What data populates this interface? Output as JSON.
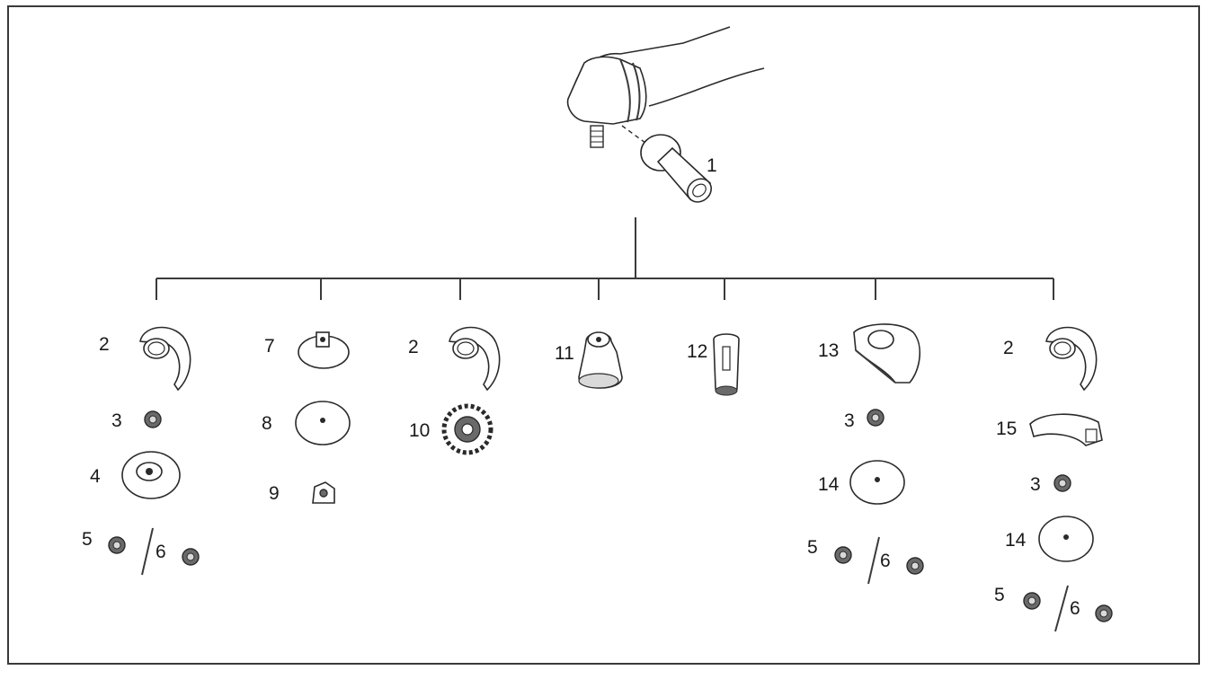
{
  "diagram": {
    "parts": [
      {
        "id": "p1",
        "label": "1",
        "icon": "side-handle-icon"
      },
      {
        "id": "p2a",
        "label": "2",
        "icon": "wheel-guard-icon"
      },
      {
        "id": "p3a",
        "label": "3",
        "icon": "inner-flange-icon"
      },
      {
        "id": "p4",
        "label": "4",
        "icon": "grinding-wheel-icon"
      },
      {
        "id": "p5a",
        "label": "5",
        "icon": "lock-nut-icon"
      },
      {
        "id": "p6a",
        "label": "6",
        "icon": "lock-nut-icon"
      },
      {
        "id": "p7",
        "label": "7",
        "icon": "rubber-pad-icon"
      },
      {
        "id": "p8",
        "label": "8",
        "icon": "abrasive-disc-icon"
      },
      {
        "id": "p9",
        "label": "9",
        "icon": "sanding-lock-nut-icon"
      },
      {
        "id": "p2b",
        "label": "2",
        "icon": "wheel-guard-icon"
      },
      {
        "id": "p10",
        "label": "10",
        "icon": "flap-wheel-icon"
      },
      {
        "id": "p11",
        "label": "11",
        "icon": "wire-cup-brush-icon"
      },
      {
        "id": "p12",
        "label": "12",
        "icon": "core-bit-adapter-icon"
      },
      {
        "id": "p13",
        "label": "13",
        "icon": "cut-off-guard-icon"
      },
      {
        "id": "p3b",
        "label": "3",
        "icon": "inner-flange-icon"
      },
      {
        "id": "p14a",
        "label": "14",
        "icon": "cut-off-wheel-icon"
      },
      {
        "id": "p5b",
        "label": "5",
        "icon": "lock-nut-icon"
      },
      {
        "id": "p6b",
        "label": "6",
        "icon": "lock-nut-icon"
      },
      {
        "id": "p2c",
        "label": "2",
        "icon": "wheel-guard-icon"
      },
      {
        "id": "p15",
        "label": "15",
        "icon": "guard-attachment-icon"
      },
      {
        "id": "p3c",
        "label": "3",
        "icon": "inner-flange-icon"
      },
      {
        "id": "p14b",
        "label": "14",
        "icon": "cut-off-wheel-icon"
      },
      {
        "id": "p5c",
        "label": "5",
        "icon": "lock-nut-icon"
      },
      {
        "id": "p6c",
        "label": "6",
        "icon": "lock-nut-icon"
      }
    ]
  }
}
